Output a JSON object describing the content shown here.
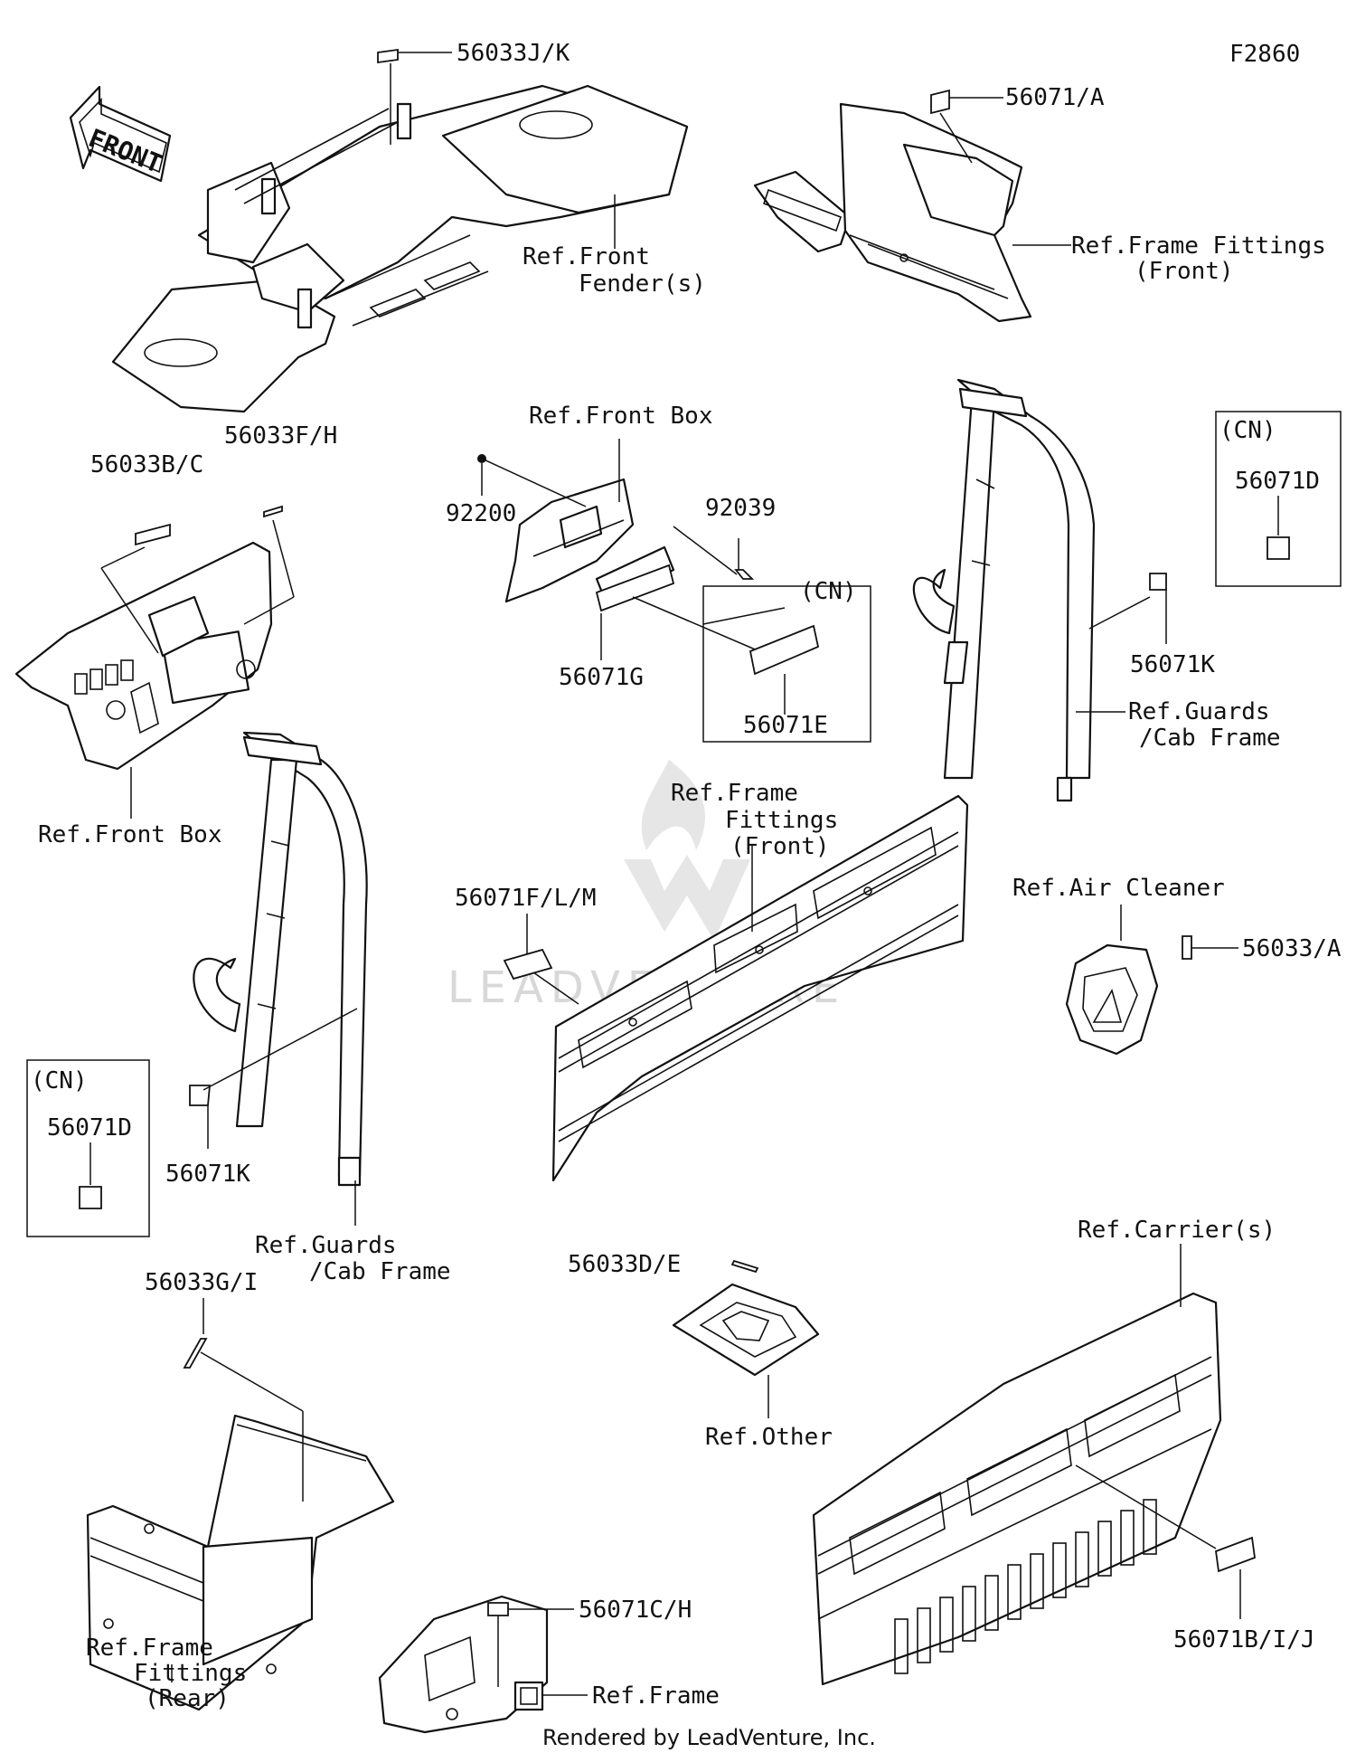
{
  "figure_id": "F2860",
  "front_arrow": "FRONT",
  "watermark": "LEADVENTURE",
  "footer": "Rendered by LeadVenture, Inc.",
  "callouts": {
    "c56033jk": "56033J/K",
    "front_fenders_1": "Ref.Front",
    "front_fenders_2": "Fender(s)",
    "c56071a": "56071/A",
    "frame_fit_front_1": "Ref.Frame Fittings",
    "frame_fit_front_2": "(Front)",
    "c56033fh": "56033F/H",
    "c56033bc": "56033B/C",
    "front_box_top": "Ref.Front Box",
    "front_box_left": "Ref.Front Box",
    "c92200": "92200",
    "c92039": "92039",
    "cn_center": "(CN)",
    "c56071g": "56071G",
    "c56071e": "56071E",
    "cn_right": "(CN)",
    "c56071d_right": "56071D",
    "c56071k_right": "56071K",
    "guards_right_1": "Ref.Guards",
    "guards_right_2": "/Cab Frame",
    "frame_fit_mid_1": "Ref.Frame",
    "frame_fit_mid_2": "Fittings",
    "frame_fit_mid_3": "(Front)",
    "c56071flm": "56071F/L/M",
    "air_cleaner": "Ref.Air Cleaner",
    "c56033a": "56033/A",
    "cn_left": "(CN)",
    "c56071d_left": "56071D",
    "c56071k_left": "56071K",
    "guards_left_1": "Ref.Guards",
    "guards_left_2": "/Cab Frame",
    "carriers": "Ref.Carrier(s)",
    "c56033de": "56033D/E",
    "other": "Ref.Other",
    "c56033gi": "56033G/I",
    "c56071ch": "56071C/H",
    "frame": "Ref.Frame",
    "frame_fit_rear_1": "Ref.Frame",
    "frame_fit_rear_2": "Fittings",
    "frame_fit_rear_3": "(Rear)",
    "c56071bij": "56071B/I/J"
  }
}
